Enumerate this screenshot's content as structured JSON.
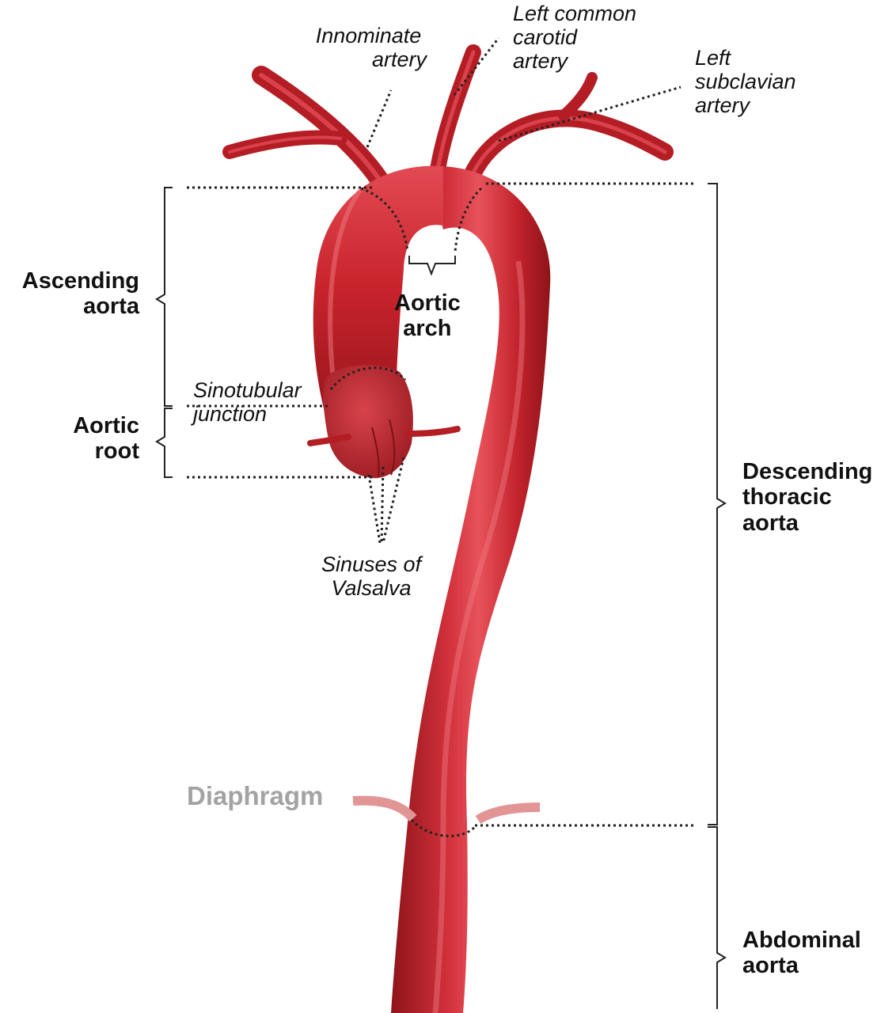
{
  "labels": {
    "innominate": [
      "Innominate",
      "artery"
    ],
    "left_common_carotid": [
      "Left common",
      "carotid",
      "artery"
    ],
    "left_subclavian": [
      "Left",
      "subclavian",
      "artery"
    ],
    "ascending_aorta": [
      "Ascending",
      "aorta"
    ],
    "aortic_arch": [
      "Aortic",
      "arch"
    ],
    "sinotubular_junction": [
      "Sinotubular",
      "junction"
    ],
    "aortic_root": [
      "Aortic",
      "root"
    ],
    "sinuses_of_valsalva": [
      "Sinuses of",
      "Valsalva"
    ],
    "descending_thoracic_aorta": [
      "Descending",
      "thoracic",
      "aorta"
    ],
    "diaphragm": "Diaphragm",
    "abdominal_aorta": [
      "Abdominal",
      "aorta"
    ]
  },
  "colors": {
    "aorta_base": "#c8232c",
    "aorta_highlight": "#e8525a",
    "aorta_shadow": "#8e1419",
    "diaphragm": "#e29595",
    "label_text": "#111111",
    "diaphragm_text": "#a3a3a3",
    "leader_lines": "#222222"
  }
}
